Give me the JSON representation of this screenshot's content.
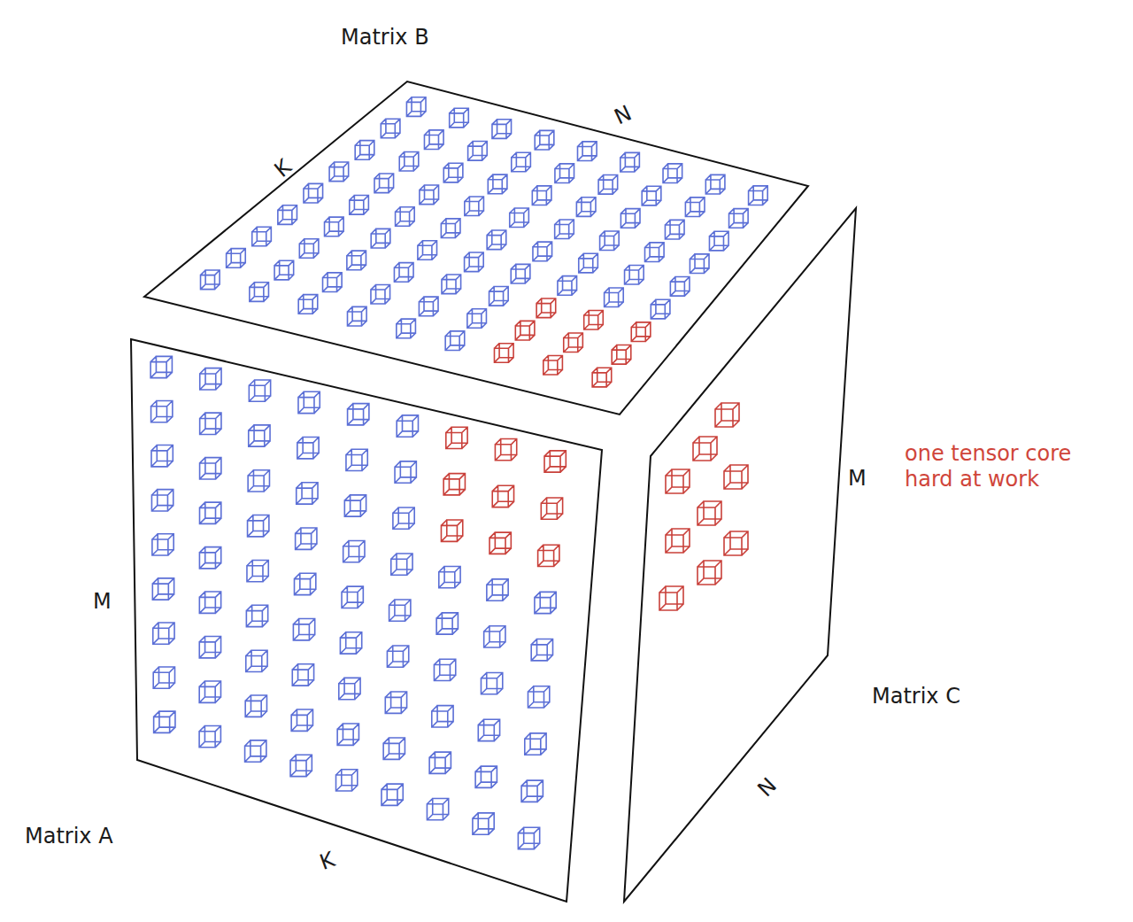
{
  "diagram": {
    "labels": [
      "Matrix B",
      "N",
      "K",
      "M",
      "K",
      "Matrix A",
      "M",
      "N",
      "Matrix C",
      "one tensor core hard at work"
    ]
  }
}
